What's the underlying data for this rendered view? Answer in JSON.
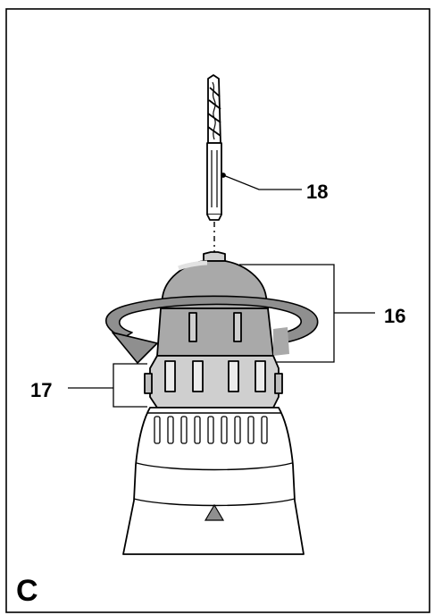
{
  "figure": {
    "letter": "C",
    "callouts": {
      "drill_bit": "18",
      "chuck_sleeve": "16",
      "locking_ring": "17"
    }
  },
  "colors": {
    "line": "#000000",
    "sleeve_fill": "#a9a9a9",
    "sleeve_light": "#d7d7d7",
    "ring_fill": "#cfcfcf",
    "arrow_fill": "#8f8f8f",
    "body_fill": "#ffffff"
  },
  "icons": [
    "rotation-arrow-icon",
    "triangle-marker-icon"
  ]
}
